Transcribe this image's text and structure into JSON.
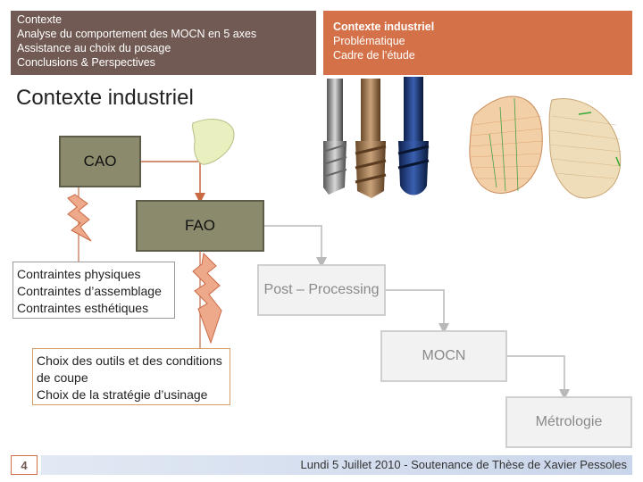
{
  "header": {
    "left_title": "Contexte",
    "left_items": [
      "Analyse du comportement des MOCN en 5 axes",
      "Assistance au choix du posage",
      "Conclusions & Perspectives"
    ],
    "right_title": "Contexte industriel",
    "right_items": [
      "Problématique",
      "Cadre de l’étude"
    ]
  },
  "title": "Contexte industriel",
  "flow": {
    "cao": "CAO",
    "fao": "FAO",
    "post": "Post – Processing",
    "mocn": "MOCN",
    "metrologie": "Métrologie"
  },
  "constraints": [
    "Contraintes physiques",
    "Contraintes d’assemblage",
    "Contraintes esthétiques"
  ],
  "choices": [
    "Choix des outils et des conditions de coupe",
    "Choix de la stratégie d’usinage"
  ],
  "footer": {
    "page": "4",
    "text": "Lundi 5 Juillet 2010 - Soutenance de Thèse de Xavier Pessoles"
  },
  "colors": {
    "header_left": "#715a53",
    "header_right": "#d57148",
    "cao_fao_box": "#8b8a6c",
    "lightning": "#e8a183"
  },
  "icons": [
    "lightning-icon",
    "leaf-part-image",
    "cutting-tools-image",
    "machined-part-image"
  ]
}
